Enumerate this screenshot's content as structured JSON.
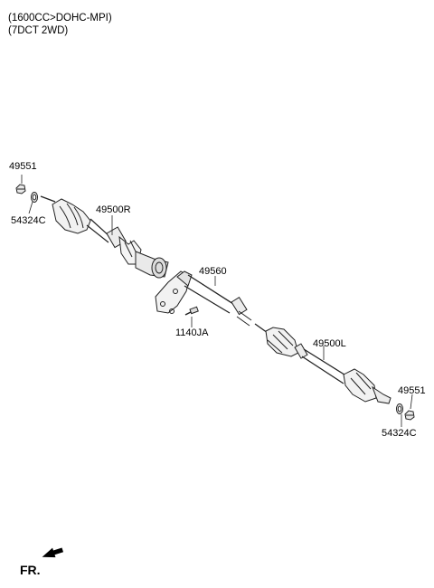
{
  "header": {
    "line1": "(1600CC>DOHC-MPI)",
    "line2": "(7DCT 2WD)"
  },
  "parts": {
    "nut_top": "49551",
    "washer_top": "54324C",
    "shaft_right": "49500R",
    "bearing_bracket": "49560",
    "bolt": "1140JA",
    "shaft_left": "49500L",
    "nut_bottom": "49551",
    "washer_bottom": "54324C"
  },
  "orientation": {
    "label": "FR.",
    "icon": "front-arrow-icon"
  }
}
